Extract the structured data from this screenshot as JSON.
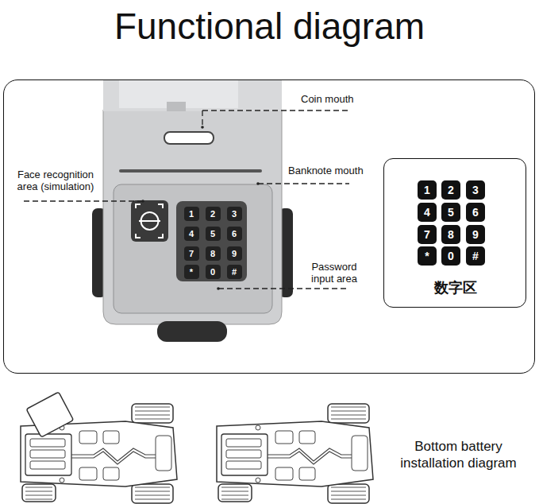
{
  "diagram": {
    "title": "Functional diagram",
    "nodes": [
      {
        "text": [
          "Coin mouth",
          "Banknote mouth",
          "Face recognition area (simulation)",
          "Password input area"
        ]
      },
      {
        "text": [
          "1"
        ],
        "in": 0
      },
      {
        "text": [
          "2"
        ],
        "in": 0
      },
      {
        "text": [
          "3"
        ],
        "in": 0
      },
      {
        "text": [
          "4"
        ],
        "in": 0
      },
      {
        "text": [
          "5"
        ],
        "in": 0
      },
      {
        "text": [
          "6"
        ],
        "in": 0
      },
      {
        "text": [
          "7"
        ],
        "in": 0
      },
      {
        "text": [
          "8"
        ],
        "in": 0
      },
      {
        "text": [
          "9"
        ],
        "in": 0
      },
      {
        "text": [
          "*"
        ],
        "in": 0
      },
      {
        "text": [
          "0"
        ],
        "in": 0
      },
      {
        "text": [
          "#"
        ],
        "in": 0
      },
      {
        "text": [
          "数字区"
        ],
        "in": 0
      },
      {
        "text": [
          "1"
        ],
        "in": 13
      },
      {
        "text": [
          "2"
        ],
        "in": 13
      },
      {
        "text": [
          "3"
        ],
        "in": 13
      },
      {
        "text": [
          "4"
        ],
        "in": 13
      },
      {
        "text": [
          "5"
        ],
        "in": 13
      },
      {
        "text": [
          "6"
        ],
        "in": 13
      },
      {
        "text": [
          "7"
        ],
        "in": 13
      },
      {
        "text": [
          "8"
        ],
        "in": 13
      },
      {
        "text": [
          "9"
        ],
        "in": 13
      },
      {
        "text": [
          "*"
        ],
        "in": 13
      },
      {
        "text": [
          "0"
        ],
        "in": 13
      },
      {
        "text": [
          "#"
        ],
        "in": 13
      }
    ],
    "labels": [
      "Bottom battery installation diagram"
    ]
  }
}
